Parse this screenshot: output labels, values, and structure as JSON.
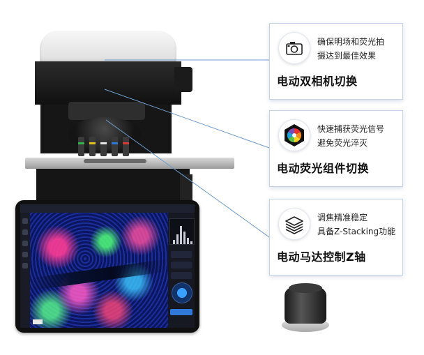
{
  "features": [
    {
      "icon": "camera-icon",
      "desc_line1": "确保明场和荧光拍",
      "desc_line2": "摄达到最佳效果",
      "title": "电动双相机切换"
    },
    {
      "icon": "color-wheel-icon",
      "desc_line1": "快速捕获荧光信号",
      "desc_line2": "避免荧光淬灭",
      "title": "电动荧光组件切换"
    },
    {
      "icon": "layers-stack-icon",
      "desc_line1": "调焦精准稳定",
      "desc_line2": "具备Z-Stacking功能",
      "title": "电动马达控制Z轴"
    }
  ],
  "colors": {
    "card_border": "#c5d3e6",
    "connector_line": "#6f9ccc",
    "wheel": [
      "#e8312f",
      "#f28a1e",
      "#f6d322",
      "#5cc04a",
      "#1fa3d8",
      "#7b4bb8"
    ]
  }
}
